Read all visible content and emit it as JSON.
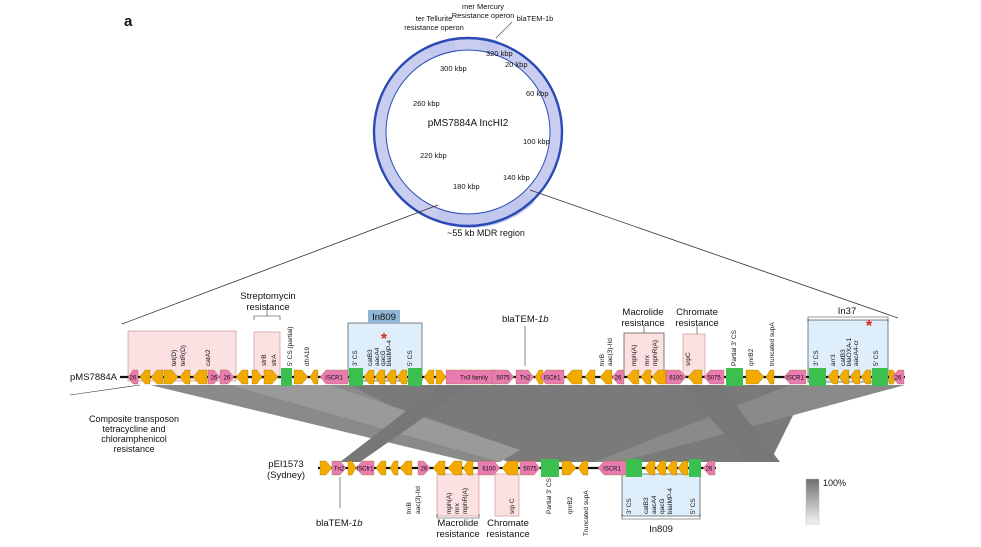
{
  "panel_label": "a",
  "plasmid": {
    "name": "pMS7884A IncHI2",
    "kbp_ticks": [
      "320 kbp",
      "20 kbp",
      "60 kbp",
      "100 kbp",
      "140 kbp",
      "180 kbp",
      "220 kbp",
      "260 kbp",
      "300 kbp"
    ],
    "operon_labels": {
      "tellurite": [
        "ter Tellurite",
        "resistance operon"
      ],
      "mercury": [
        "mer Mercury",
        "Resistance operon"
      ],
      "blatem": "blaTEM-1b"
    },
    "mdr_region": "~55 kb MDR region"
  },
  "track_top": {
    "name": "pMS7884A",
    "group_labels": {
      "streptomycin": [
        "Streptomycin",
        "resistance"
      ],
      "in809": "In809",
      "blatem": "blaTEM-",
      "blatem_it": "1b",
      "macrolide": [
        "Macrolide",
        "resistance"
      ],
      "chromate": [
        "Chromate",
        "resistance"
      ],
      "in37": "In37",
      "composite": [
        "Composite transposon",
        "tetracycline and",
        "chloramphenicol",
        "resistance"
      ]
    },
    "gene_labels": [
      "tet(D)",
      "tetR(D)",
      "catA2",
      "strB",
      "strA",
      "5' CS (partial)",
      "dfrA19",
      "3' CS",
      "catB3",
      "aacA4",
      "qacG",
      "blaIMP-4",
      "5' CS",
      "tnrB",
      "aac(3)-IId",
      "mph(A)",
      "mrx",
      "mphR(A)",
      "srpC",
      "Partial 3' CS",
      "qnrB2",
      "truncated supA",
      "3' CS",
      "arr3",
      "catB3",
      "blaOXA-1",
      "aacA4-cr",
      "5' CS"
    ],
    "box_labels": [
      "26",
      "26",
      "26",
      "ISCR1",
      "Tn3 family",
      "5075",
      "Tn2",
      "ISCfr1",
      "26",
      "6100",
      "5075",
      "ISCR1",
      "26"
    ]
  },
  "track_bottom": {
    "name": [
      "pEI1573",
      "(Sydney)"
    ],
    "group_labels": {
      "blatem": "blaTEM-",
      "blatem_it": "1b",
      "macrolide": [
        "Macrolide",
        "resistance"
      ],
      "chromate": [
        "Chromate",
        "resistance"
      ],
      "in809": "In809"
    },
    "gene_labels": [
      "tnrB",
      "aac(3)-IId",
      "mph(A)",
      "mrx",
      "mphR(A)",
      "srp C",
      "Partial 3' CS",
      "qnrB2",
      "Truncated supA",
      "3' CS",
      "catB3",
      "aacA4",
      "qacG",
      "blaIMP-4",
      "5' CS"
    ],
    "box_labels": [
      "Tn2",
      "ISCfr1",
      "26",
      "6100",
      "5075",
      "ISCR1",
      "26"
    ]
  },
  "scale": {
    "label": "100%"
  },
  "colors": {
    "ring": "#2a4ab5",
    "ring_highlight": "#c9cdf0",
    "gene_orange": "#f2a900",
    "gene_pink": "#e87bb0",
    "integron_green": "#3bbf4e",
    "similarity_gray": "#7a7a7a",
    "group_pink": "#fbe1e1",
    "group_blue": "#deeefa",
    "in809_label_bg": "#8fb6d6",
    "asterisk": "#e02020"
  }
}
